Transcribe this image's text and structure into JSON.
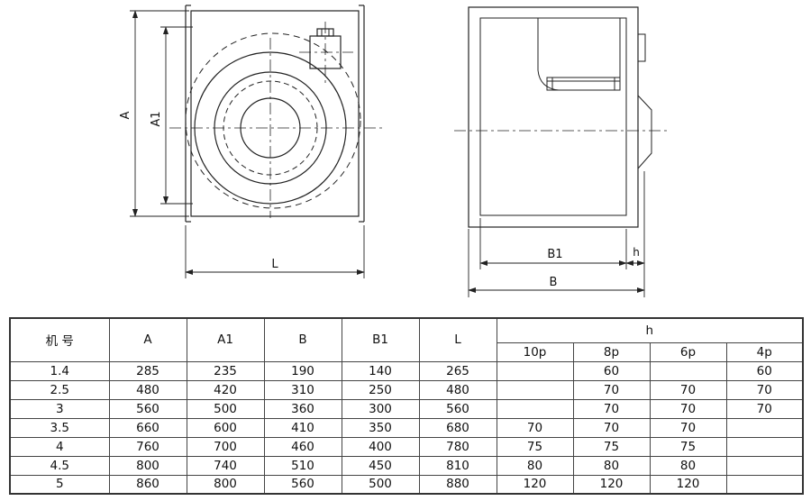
{
  "drawings": {
    "front_view": {
      "dim_a": "A",
      "dim_a1": "A1",
      "dim_l": "L"
    },
    "side_view": {
      "dim_b1": "B1",
      "dim_b": "B",
      "dim_h": "h"
    }
  },
  "table": {
    "header": {
      "col_machine": "机 号",
      "col_a": "A",
      "col_a1": "A1",
      "col_b": "B",
      "col_b1": "B1",
      "col_l": "L",
      "col_h": "h",
      "h_sub": [
        "10p",
        "8p",
        "6p",
        "4p"
      ]
    },
    "rows": [
      {
        "machine": "1.4",
        "a": "285",
        "a1": "235",
        "b": "190",
        "b1": "140",
        "l": "265",
        "h10p": "",
        "h8p": "60",
        "h6p": "",
        "h4p": "60"
      },
      {
        "machine": "2.5",
        "a": "480",
        "a1": "420",
        "b": "310",
        "b1": "250",
        "l": "480",
        "h10p": "",
        "h8p": "70",
        "h6p": "70",
        "h4p": "70"
      },
      {
        "machine": "3",
        "a": "560",
        "a1": "500",
        "b": "360",
        "b1": "300",
        "l": "560",
        "h10p": "",
        "h8p": "70",
        "h6p": "70",
        "h4p": "70"
      },
      {
        "machine": "3.5",
        "a": "660",
        "a1": "600",
        "b": "410",
        "b1": "350",
        "l": "680",
        "h10p": "70",
        "h8p": "70",
        "h6p": "70",
        "h4p": ""
      },
      {
        "machine": "4",
        "a": "760",
        "a1": "700",
        "b": "460",
        "b1": "400",
        "l": "780",
        "h10p": "75",
        "h8p": "75",
        "h6p": "75",
        "h4p": ""
      },
      {
        "machine": "4.5",
        "a": "800",
        "a1": "740",
        "b": "510",
        "b1": "450",
        "l": "810",
        "h10p": "80",
        "h8p": "80",
        "h6p": "80",
        "h4p": ""
      },
      {
        "machine": "5",
        "a": "860",
        "a1": "800",
        "b": "560",
        "b1": "500",
        "l": "880",
        "h10p": "120",
        "h8p": "120",
        "h6p": "120",
        "h4p": ""
      }
    ]
  }
}
